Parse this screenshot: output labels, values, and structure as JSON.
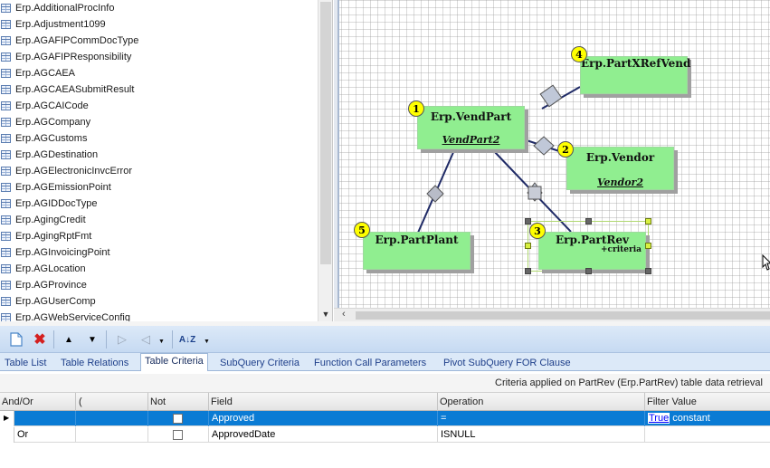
{
  "table_list": {
    "items": [
      "Erp.AdditionalProcInfo",
      "Erp.Adjustment1099",
      "Erp.AGAFIPCommDocType",
      "Erp.AGAFIPResponsibility",
      "Erp.AGCAEA",
      "Erp.AGCAEASubmitResult",
      "Erp.AGCAICode",
      "Erp.AGCompany",
      "Erp.AGCustoms",
      "Erp.AGDestination",
      "Erp.AGElectronicInvcError",
      "Erp.AGEmissionPoint",
      "Erp.AGIDDocType",
      "Erp.AgingCredit",
      "Erp.AgingRptFmt",
      "Erp.AGInvoicingPoint",
      "Erp.AGLocation",
      "Erp.AGProvince",
      "Erp.AGUserComp",
      "Erp.AGWebServiceConfig"
    ],
    "scroll_down_icon": "triangle-down-icon"
  },
  "diagram": {
    "tables": [
      {
        "id": "vendpart",
        "number": "1",
        "name": "Erp.VendPart",
        "alias": "VendPart2",
        "criteria": ""
      },
      {
        "id": "vendor",
        "number": "2",
        "name": "Erp.Vendor",
        "alias": "Vendor2",
        "criteria": ""
      },
      {
        "id": "partrev",
        "number": "3",
        "name": "Erp.PartRev",
        "alias": "",
        "criteria": "+criteria"
      },
      {
        "id": "partxrefvend",
        "number": "4",
        "name": "Erp.PartXRefVend",
        "alias": "",
        "criteria": ""
      },
      {
        "id": "partplant",
        "number": "5",
        "name": "Erp.PartPlant",
        "alias": "",
        "criteria": ""
      }
    ],
    "node_color": "#90ee90",
    "badge_color": "#ffff00"
  },
  "toolbar": {
    "buttons": [
      {
        "name": "new-icon",
        "glyph": "🗋"
      },
      {
        "name": "delete-icon",
        "glyph": "✖"
      },
      {
        "name": "move-up-icon",
        "glyph": "▲"
      },
      {
        "name": "move-down-icon",
        "glyph": "▼"
      },
      {
        "name": "forward-icon",
        "glyph": "▷"
      },
      {
        "name": "back-icon",
        "glyph": "◁"
      },
      {
        "name": "sort-az-icon",
        "glyph": "AZ"
      }
    ]
  },
  "tabs": [
    {
      "label": "Table List",
      "active": false
    },
    {
      "label": "Table Relations",
      "active": false
    },
    {
      "label": "Table Criteria",
      "active": true
    },
    {
      "label": "SubQuery Criteria",
      "active": false
    },
    {
      "label": "Function Call Parameters",
      "active": false
    },
    {
      "label": "Pivot SubQuery FOR Clause",
      "active": false
    }
  ],
  "criteria": {
    "caption": "Criteria applied on PartRev (Erp.PartRev)  table data retrieval",
    "columns": [
      "And/Or",
      "(",
      "Not",
      "Field",
      "Operation",
      "Filter Value"
    ],
    "rows": [
      {
        "and_or": "",
        "paren": "",
        "not": false,
        "field": "Approved",
        "operation": "=",
        "filter_link": "True",
        "filter_text": "constant",
        "selected": true
      },
      {
        "and_or": "Or",
        "paren": "",
        "not": false,
        "field": "ApprovedDate",
        "operation": "ISNULL",
        "filter_link": "",
        "filter_text": "",
        "selected": false
      }
    ],
    "selected_row_color": "#0a7bd4"
  }
}
